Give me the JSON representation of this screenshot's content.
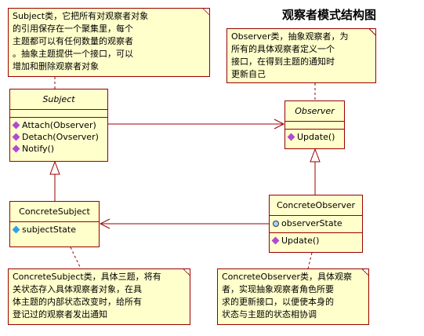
{
  "title": "观察者模式结构图",
  "notes": {
    "subject": "Subject类，它把所有对观察者对象\n的引用保存在一个聚集里，每个\n主题都可以有任何数量的观察者\n。抽象主题提供一个接口，可以\n增加和删除观察者对象",
    "observer": "Observer类，抽象观察者，为\n所有的具体观察者定义一个\n接口，在得到主题的通知时\n更新自己",
    "concrete_subject": "ConcreteSubject类，具体三题，将有\n关状态存入具体观察者对象，在具\n体主题的内部状态改变时，给所有\n登记过的观察者发出通知",
    "concrete_observer": "ConcreteObserver类，具体观察\n者，实现抽象观察者角色所要\n求的更新接口，以便使本身的\n状态与主题的状态相协调"
  },
  "classes": {
    "subject": {
      "name": "Subject",
      "ops": [
        "Attach(Observer)",
        "Detach(Ovserver)",
        "Notify()"
      ]
    },
    "observer": {
      "name": "Observer",
      "ops": [
        "Update()"
      ]
    },
    "concrete_subject": {
      "name": "ConcreteSubject",
      "attrs": [
        "subjectState"
      ]
    },
    "concrete_observer": {
      "name": "ConcreteObserver",
      "attrs": [
        "observerState"
      ],
      "ops": [
        "Update()"
      ]
    }
  },
  "colors": {
    "note_fill": "#ffffcc",
    "border": "#990000",
    "op_icon": "#b04ad0",
    "attr_icon": "#2fa0e8"
  }
}
